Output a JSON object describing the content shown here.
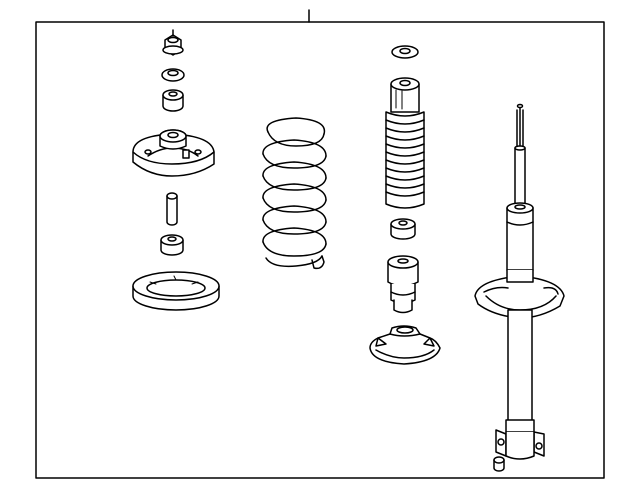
{
  "diagram": {
    "type": "exploded-parts-diagram",
    "subject": "rear-strut-assembly",
    "line_color": "#000000",
    "background": "#ffffff",
    "parts": [
      "mount-nut",
      "mount-washer",
      "mount-bushing",
      "upper-mount",
      "bump-collar",
      "lower-bushing",
      "spring-seat",
      "coil-spring",
      "strut-washer",
      "dust-boot",
      "rebound-bushing",
      "bump-stop",
      "lower-spring-seat",
      "strut"
    ]
  }
}
